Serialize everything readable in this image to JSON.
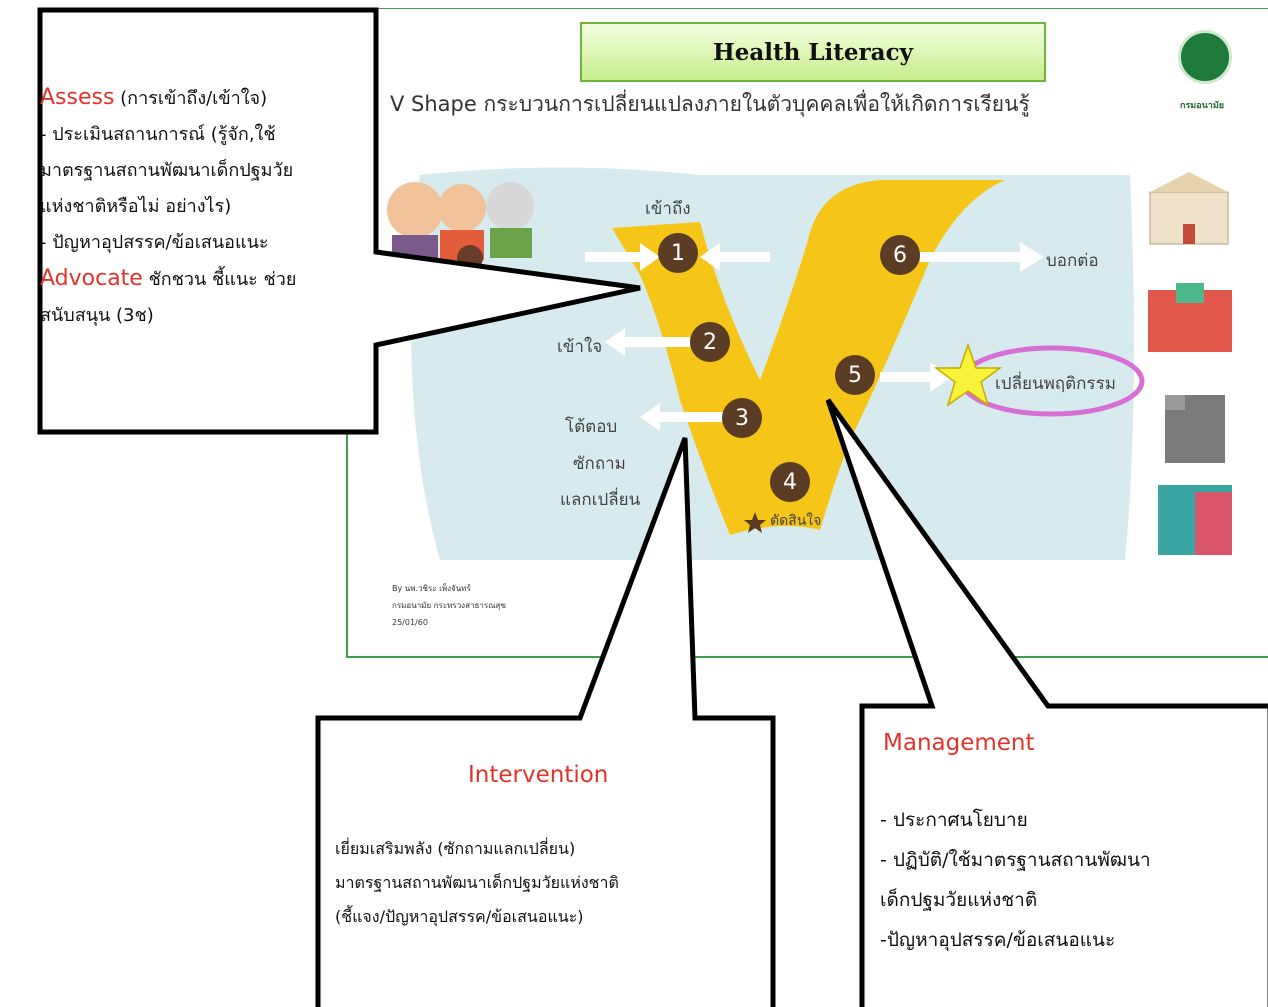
{
  "slide": {
    "title": "Health Literacy",
    "subtitle": "V Shape กระบวนการเปลี่ยนแปลงภายในตัวบุคคลเพื่อให้เกิดการเรียนรู้",
    "logo_text": "กรมอนามัย",
    "byline": [
      "By นพ.วชิระ เพ็งจันทร์",
      "กรมอนามัย กระทรวงสาธารณสุข",
      "25/01/60"
    ],
    "steps": [
      {
        "num": "1",
        "label": "เข้าถึง"
      },
      {
        "num": "2",
        "label": "เข้าใจ"
      },
      {
        "num": "3",
        "label": "โต้ตอบ"
      },
      {
        "num": "4",
        "label": "ตัดสินใจ"
      },
      {
        "num": "5",
        "label": "เปลี่ยนพฤติกรรม"
      },
      {
        "num": "6",
        "label": "บอกต่อ"
      }
    ],
    "step3_extra": [
      "ซักถาม",
      "แลกเปลี่ยน"
    ],
    "colors": {
      "v_shape": "#f5c518",
      "background_panel": "#d7ebee",
      "number_circle": "#5a3d24",
      "accent_red": "#e3322b",
      "ellipse": "#d86fd6"
    }
  },
  "assess_callout": {
    "heading": "Assess",
    "heading_rest": " (การเข้าถึง/เข้าใจ)",
    "line1": "- ประเมินสถานการณ์ (รู้จัก,ใช้",
    "line2": "มาตรฐานสถานพัฒนาเด็กปฐมวัย",
    "line3": "แห่งชาติหรือไม่ อย่างไร)",
    "line4": "- ปัญหาอุปสรรค/ข้อเสนอแนะ",
    "advocate": "Advocate",
    "advocate_rest": " ชักชวน ชี้แนะ ช่วย",
    "line6": "สนับสนุน (3ช)"
  },
  "intervention_callout": {
    "heading": "Intervention",
    "lines": [
      "เยี่ยมเสริมพลัง (ซักถามแลกเปลี่ยน)",
      "มาตรฐานสถานพัฒนาเด็กปฐมวัยแห่งชาติ",
      "(ชี้แจง/ปัญหาอุปสรรค/ข้อเสนอแนะ)"
    ]
  },
  "management_callout": {
    "heading": "Management",
    "lines": [
      "- ประกาศนโยบาย",
      "- ปฏิบัติ/ใช้มาตรฐานสถานพัฒนา",
      "เด็กปฐมวัยแห่งชาติ",
      "-ปัญหาอุปสรรค/ข้อเสนอแนะ"
    ]
  }
}
